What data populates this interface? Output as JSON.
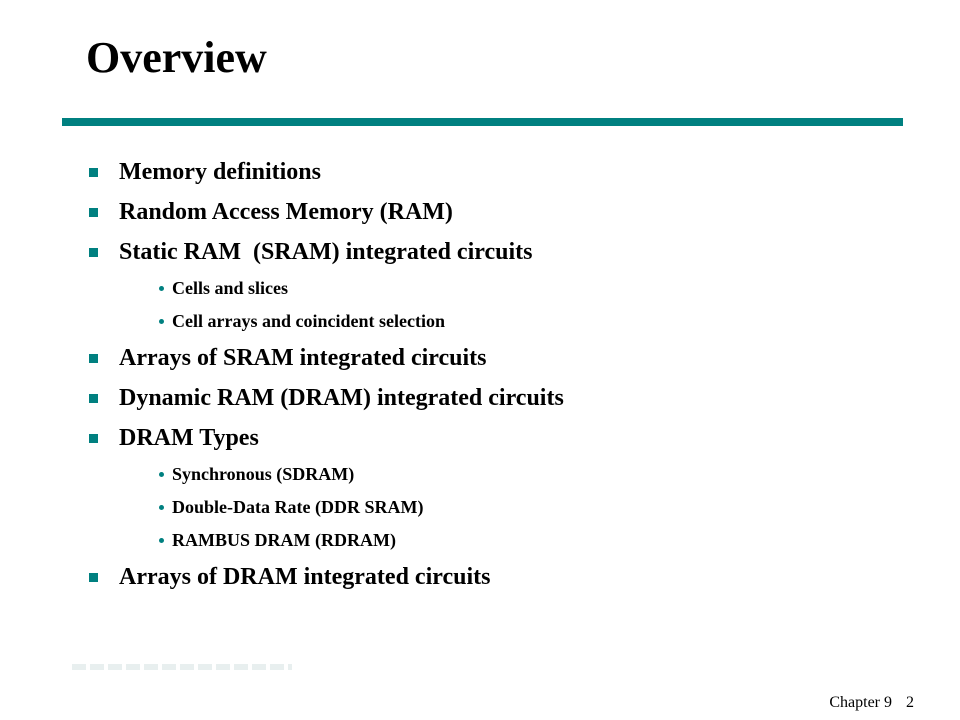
{
  "slide": {
    "title": "Overview",
    "items": [
      {
        "level": 1,
        "text": "Memory definitions"
      },
      {
        "level": 1,
        "text": "Random Access Memory (RAM)"
      },
      {
        "level": 1,
        "text": "Static RAM  (SRAM) integrated circuits"
      },
      {
        "level": 2,
        "text": "Cells and slices"
      },
      {
        "level": 2,
        "text": "Cell arrays and coincident selection"
      },
      {
        "level": 1,
        "text": "Arrays of SRAM integrated circuits"
      },
      {
        "level": 1,
        "text": "Dynamic RAM (DRAM) integrated circuits"
      },
      {
        "level": 1,
        "text": "DRAM Types"
      },
      {
        "level": 2,
        "text": "Synchronous (SDRAM)"
      },
      {
        "level": 2,
        "text": "Double-Data Rate (DDR SRAM)"
      },
      {
        "level": 2,
        "text": "RAMBUS DRAM (RDRAM)"
      },
      {
        "level": 1,
        "text": "Arrays of DRAM integrated circuits"
      }
    ]
  },
  "footer": {
    "chapter": "Chapter 9",
    "page": "2"
  },
  "colors": {
    "accent": "#008080",
    "text": "#000000",
    "background": "#ffffff"
  }
}
